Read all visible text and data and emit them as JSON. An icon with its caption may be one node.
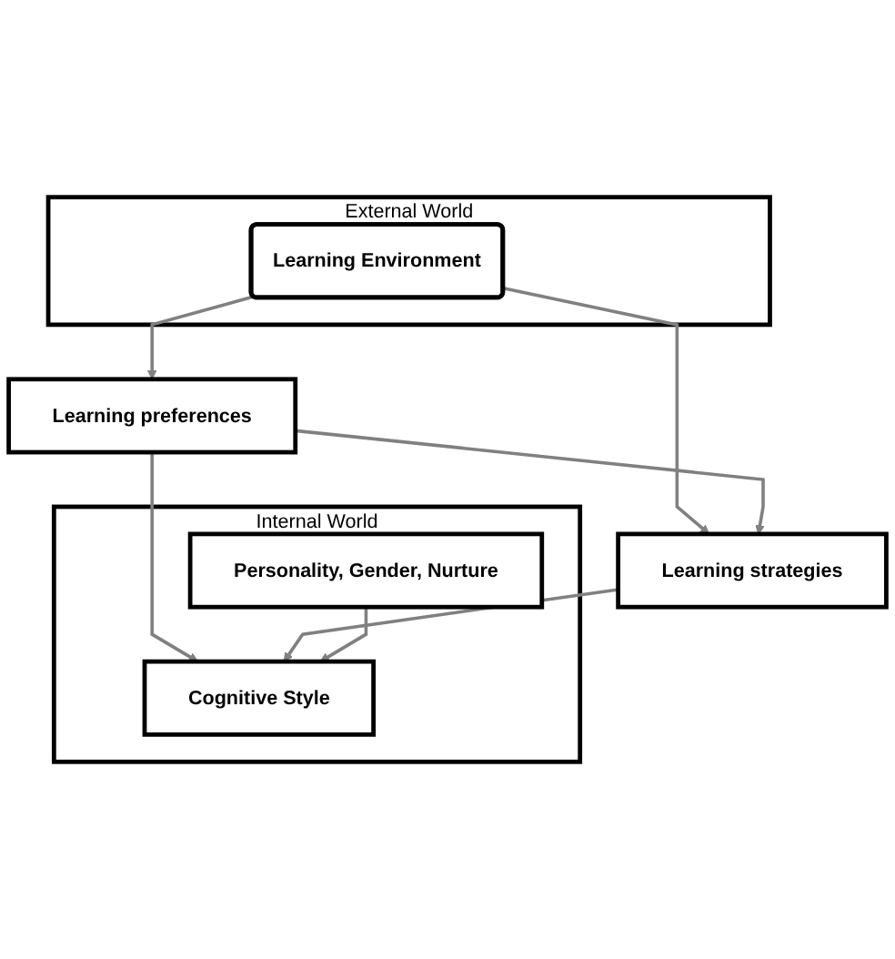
{
  "diagram": {
    "nodes": [
      {
        "text": [
          "External World"
        ]
      },
      {
        "text": [
          "Learning Environment"
        ],
        "in": 0
      },
      {
        "text": [
          "Learning preferences"
        ]
      },
      {
        "text": [
          "Learning strategies"
        ]
      },
      {
        "text": [
          "Internal World"
        ]
      },
      {
        "text": [
          "Cognitive Style"
        ],
        "in": 4
      },
      {
        "text": [
          "Personality, Gender, Nurture"
        ],
        "in": 4
      }
    ],
    "edges": [
      {
        "from": 1,
        "to": 2,
        "arrow": "to"
      },
      {
        "from": 1,
        "to": 3,
        "arrow": "to"
      },
      {
        "from": 2,
        "to": 3,
        "arrow": "to"
      },
      {
        "from": 2,
        "to": 5,
        "arrow": "to"
      },
      {
        "from": 3,
        "to": 5,
        "arrow": "to"
      },
      {
        "from": 6,
        "to": 5,
        "arrow": "to"
      }
    ]
  }
}
